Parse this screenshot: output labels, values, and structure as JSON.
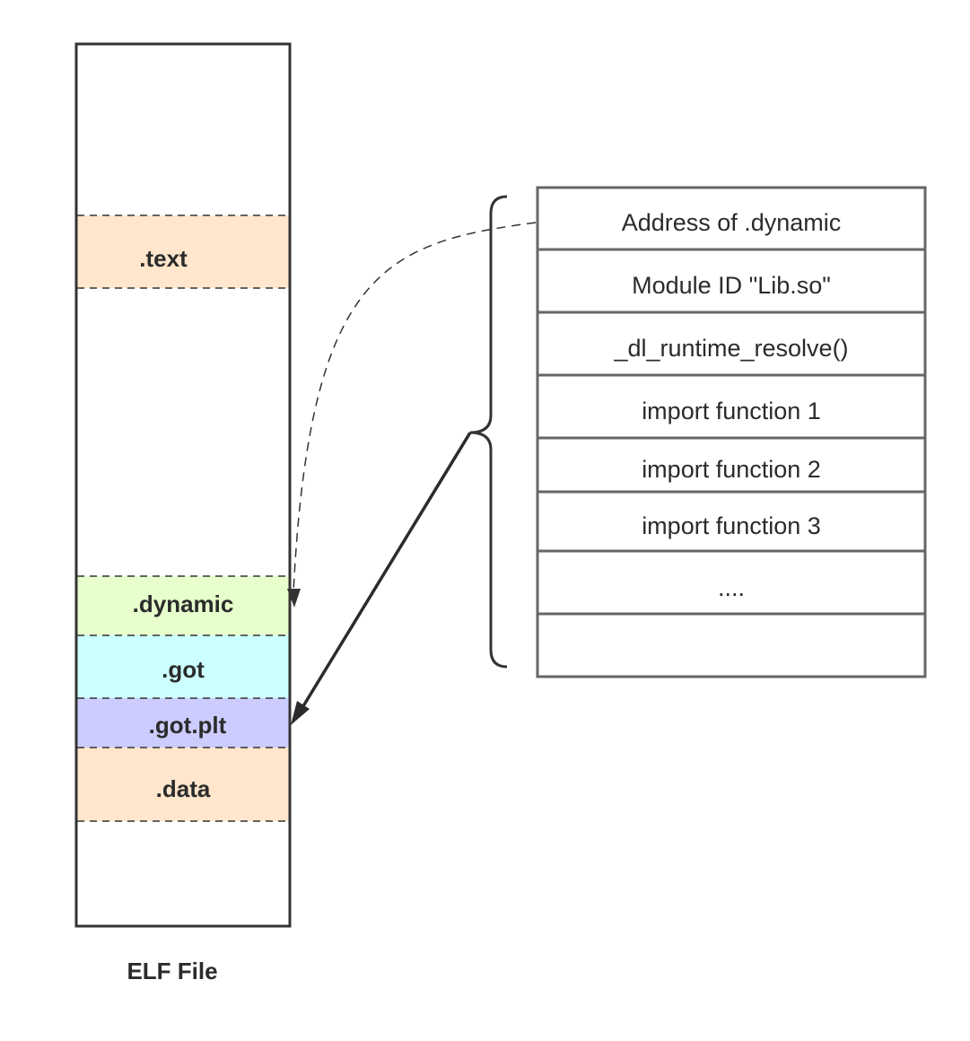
{
  "colors": {
    "outline": "#333333",
    "table_border": "#666666",
    "text_section_fill": "#ffe6cc",
    "dynamic_fill": "#e6ffcc",
    "got_fill": "#ccffff",
    "got_plt_fill": "#ccccff",
    "data_fill": "#ffe6cc"
  },
  "elf_file": {
    "caption": "ELF File",
    "sections": {
      "text": ".text",
      "dynamic": ".dynamic",
      "got": ".got",
      "got_plt": ".got.plt",
      "data": ".data"
    }
  },
  "got_plt_table": {
    "entries": [
      "Address of .dynamic",
      "Module ID \"Lib.so\"",
      "_dl_runtime_resolve()",
      "import function 1",
      "import function 2",
      "import function 3",
      "....",
      ""
    ]
  }
}
